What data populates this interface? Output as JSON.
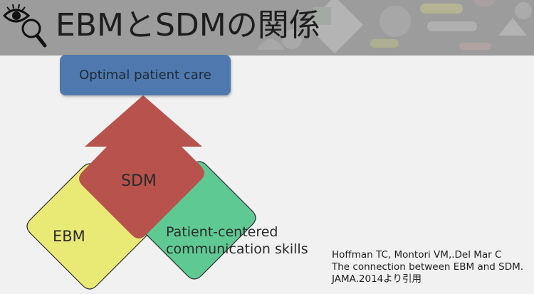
{
  "header": {
    "title": "EBMとSDMの関係",
    "icon": "eye-magnifier-icon"
  },
  "diagram": {
    "top_box_label": "Optimal patient care",
    "ebm_label": "EBM",
    "sdm_label": "SDM",
    "pcc_label_line1": "Patient-centered",
    "pcc_label_line2": "communication skills",
    "colors": {
      "top_box": "#4f79ae",
      "arrow_sdm": "#b8524d",
      "ebm": "#e9e976",
      "pcc": "#5fc993",
      "banner": "#9c9c9c"
    }
  },
  "citation": {
    "line1": "Hoffman TC, Montori VM,.Del Mar C",
    "line2": "The connection between EBM and SDM.",
    "line3": "JAMA.2014より引用"
  }
}
